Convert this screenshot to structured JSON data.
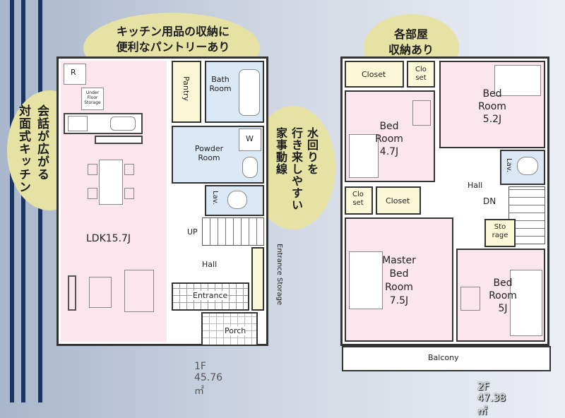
{
  "callouts": {
    "kitchen_storage": [
      "キッチン用品の収納に",
      "便利なパントリーあり"
    ],
    "each_room": [
      "各部屋",
      "収納あり"
    ],
    "face_to_face_kitchen": [
      "会話が広がる",
      "対面式キッチン"
    ],
    "water_flow": [
      "水回りを",
      "行き来しやすい",
      "家事動線"
    ]
  },
  "floor1": {
    "area_label": "1F 45.76㎡",
    "rooms": {
      "ldk": "LDK15.7J",
      "pantry": "Pantry",
      "bath": "Bath Room",
      "powder": "Powder Room",
      "lav": "Lav.",
      "up": "UP",
      "hall": "Hall",
      "entrance": "Entrance",
      "entrance_storage": "Entrance Storage",
      "porch": "Porch",
      "under_floor": "Under Floor Storage",
      "fridge": "R",
      "washer": "W"
    }
  },
  "floor2": {
    "area_label": "2F 47.38㎡",
    "rooms": {
      "closet_a": "Closet",
      "closet_b": "Clo set",
      "bed1": "Bed Room 5.2J",
      "bed2": "Bed Room 4.7J",
      "hall": "Hall",
      "lav": "Lav.",
      "closet_c": "Clo set",
      "closet_d": "Closet",
      "dn": "DN",
      "storage": "Sto rage",
      "master": "Master Bed Room 7.5J",
      "bed3": "Bed Room 5J",
      "balcony": "Balcony"
    }
  },
  "colors": {
    "bedroom_pink": "#fbe6ee",
    "wet_blue": "#dbe9f7",
    "storage_yellow": "#fbf8d8",
    "callout": "#e6e2a3",
    "stripe": "#1b3563"
  }
}
